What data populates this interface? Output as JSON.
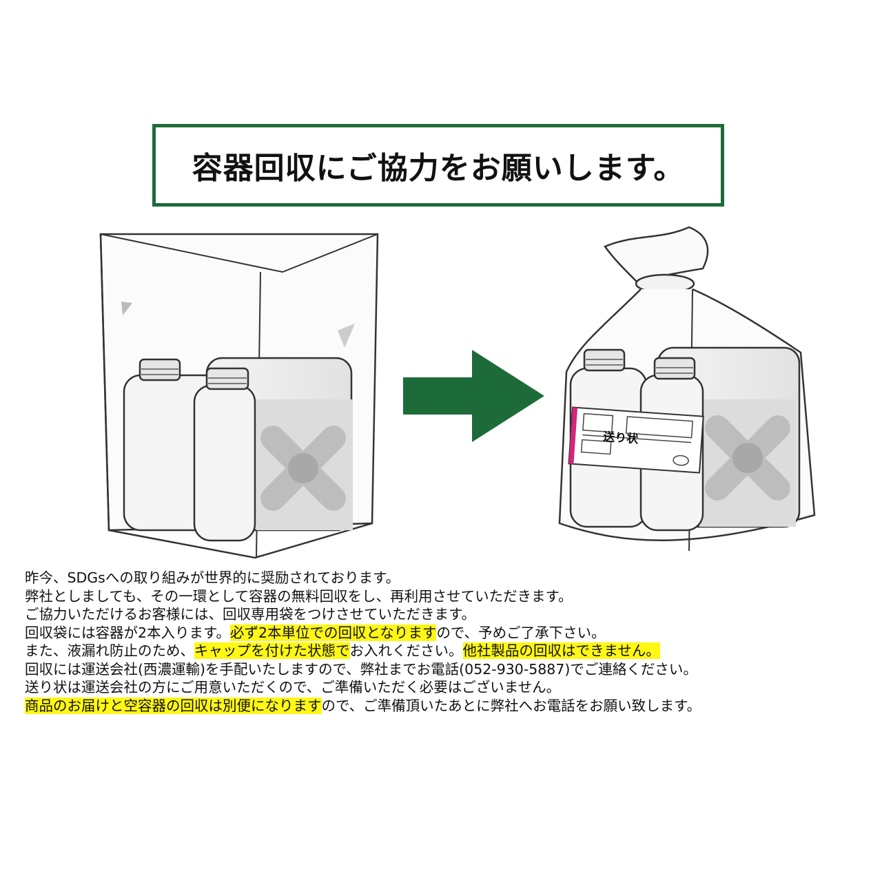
{
  "title": "容器回収にご協力をお願いします。",
  "label_text": "送り状",
  "colors": {
    "frame": "#1e6b3a",
    "arrow": "#1e6b3a",
    "highlight": "#fff714",
    "label_stripe": "#d4257a"
  },
  "illustration": {
    "arrow_icon": "right-arrow-icon",
    "left": "open-bag-with-two-containers",
    "right": "tied-bag-with-shipping-label"
  },
  "notes": [
    {
      "segments": [
        {
          "text": "昨今、SDGsへの取り組みが世界的に奨励されております。"
        }
      ]
    },
    {
      "segments": [
        {
          "text": "弊社としましても、その一環として容器の無料回収をし、再利用させていただきます。"
        }
      ]
    },
    {
      "segments": [
        {
          "text": "ご協力いただけるお客様には、回収専用袋をつけさせていただきます。"
        }
      ]
    },
    {
      "segments": [
        {
          "text": "回収袋には容器が2本入ります。"
        },
        {
          "text": "必ず2本単位での回収となります",
          "hl": true
        },
        {
          "text": "ので、予めご了承下さい。"
        }
      ]
    },
    {
      "segments": [
        {
          "text": "また、液漏れ防止のため、"
        },
        {
          "text": "キャップを付けた状態で",
          "hl": true
        },
        {
          "text": "お入れください。"
        },
        {
          "text": "他社製品の回収はできません。",
          "hl": true
        }
      ]
    },
    {
      "segments": [
        {
          "text": "回収には運送会社(西濃運輸)を手配いたしますので、弊社までお電話(052-930-5887)でご連絡ください。"
        }
      ]
    },
    {
      "segments": [
        {
          "text": "送り状は運送会社の方にご用意いただくので、ご準備いただく必要はございません。"
        }
      ]
    },
    {
      "segments": [
        {
          "text": "商品のお届けと空容器の回収は別便になります",
          "hl": true
        },
        {
          "text": "ので、ご準備頂いたあとに弊社へお電話をお願い致します。"
        }
      ]
    }
  ]
}
